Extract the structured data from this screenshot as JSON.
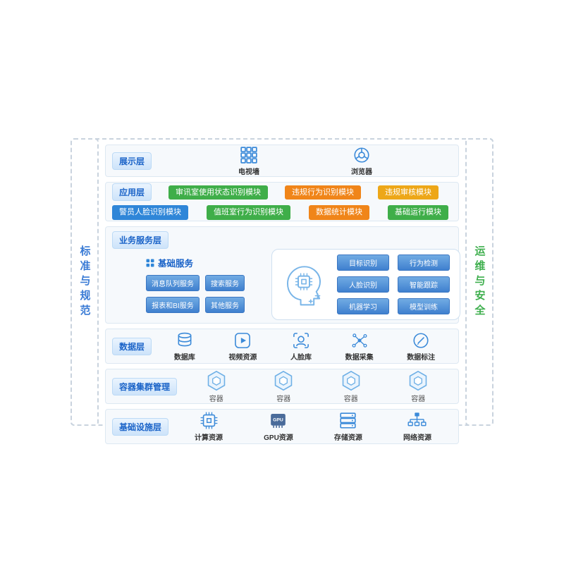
{
  "side_left": {
    "label": "标准与规范"
  },
  "side_right": {
    "label": "运维与安全"
  },
  "palette": {
    "primary_blue": "#2f86d8",
    "module_green": "#3fae49",
    "module_orange": "#f08519",
    "module_amber": "#eda718",
    "module_blue": "#2f86d8",
    "badge_text_blue": "#1a63c8",
    "side_left_text": "#3a7bd5",
    "side_right_text": "#3faf4e"
  },
  "layers": {
    "presentation": {
      "label": "展示层",
      "items": [
        {
          "name": "电视墙",
          "icon": "tv-wall-icon"
        },
        {
          "name": "浏览器",
          "icon": "browser-icon"
        }
      ]
    },
    "application": {
      "label": "应用层",
      "modules": [
        {
          "label": "审讯室使用状态识别模块",
          "color": "green"
        },
        {
          "label": "违规行为识别模块",
          "color": "orange"
        },
        {
          "label": "违规审核模块",
          "color": "amber"
        },
        {
          "label": "警员人脸识别模块",
          "color": "blue"
        },
        {
          "label": "值班室行为识别模块",
          "color": "green"
        },
        {
          "label": "数据统计模块",
          "color": "orange"
        },
        {
          "label": "基础运行模块",
          "color": "green"
        }
      ]
    },
    "business": {
      "label": "业务服务层",
      "basic_services": {
        "title": "基础服务",
        "items": [
          "消息队列服务",
          "搜索服务",
          "报表和BI服务",
          "其他服务"
        ]
      },
      "ai_services": {
        "items": [
          "目标识别",
          "行为检测",
          "人脸识别",
          "智能跟踪",
          "机器学习",
          "模型训练"
        ]
      }
    },
    "data": {
      "label": "数据层",
      "items": [
        {
          "name": "数据库",
          "icon": "database-icon"
        },
        {
          "name": "视频资源",
          "icon": "video-icon"
        },
        {
          "name": "人脸库",
          "icon": "face-library-icon"
        },
        {
          "name": "数据采集",
          "icon": "data-collect-icon"
        },
        {
          "name": "数据标注",
          "icon": "data-annotate-icon"
        }
      ]
    },
    "container": {
      "label": "容器集群管理",
      "item_label": "容器"
    },
    "infrastructure": {
      "label": "基础设施层",
      "gpu_text": "GPU",
      "items": [
        {
          "name": "计算资源",
          "icon": "cpu-icon"
        },
        {
          "name": "GPU资源",
          "icon": "gpu-icon"
        },
        {
          "name": "存储资源",
          "icon": "storage-icon"
        },
        {
          "name": "网络资源",
          "icon": "network-icon"
        }
      ]
    }
  }
}
